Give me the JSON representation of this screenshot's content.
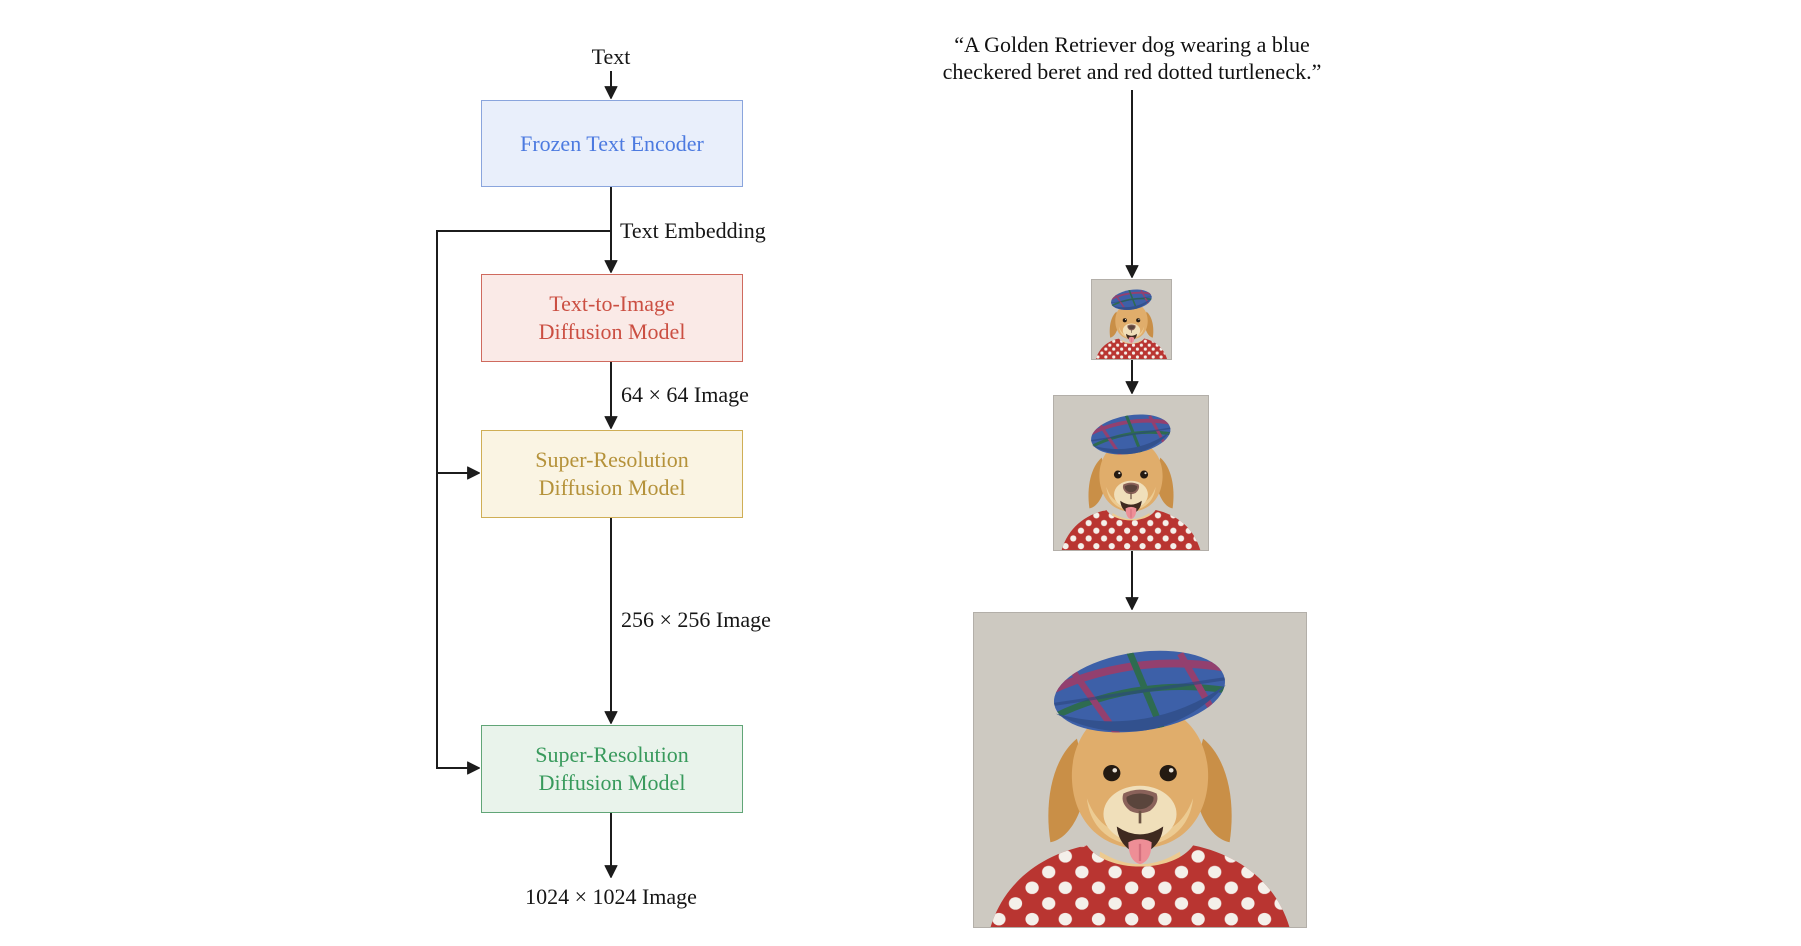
{
  "colors": {
    "line": "#1c1c1c",
    "blue_fill": "#e9effb",
    "blue_border": "#8aa5dd",
    "blue_text": "#4c7ae0",
    "red_fill": "#faeae7",
    "red_border": "#cf6a5e",
    "red_text": "#cb4f42",
    "gold_fill": "#faf4e3",
    "gold_border": "#cfae55",
    "gold_text": "#b5923a",
    "green_fill": "#e9f3eb",
    "green_border": "#61a577",
    "green_text": "#389a5c"
  },
  "flowchart": {
    "input_label": "Text",
    "encoder_label": "Frozen Text Encoder",
    "embedding_label": "Text Embedding",
    "t2i_line1": "Text-to-Image",
    "t2i_line2": "Diffusion Model",
    "sr1_line1": "Super-Resolution",
    "sr1_line2": "Diffusion Model",
    "sr2_line1": "Super-Resolution",
    "sr2_line2": "Diffusion Model",
    "output_64": "64 × 64 Image",
    "output_256": "256 × 256 Image",
    "output_1024": "1024 × 1024 Image"
  },
  "sample_column": {
    "prompt_line1": "“A Golden Retriever dog wearing a blue",
    "prompt_line2": "checkered beret and red dotted turtleneck.”"
  }
}
